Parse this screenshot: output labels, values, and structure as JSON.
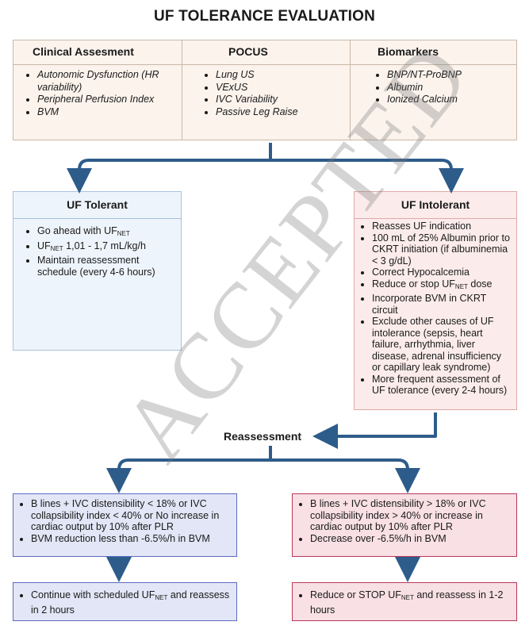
{
  "title": "UF TOLERANCE EVALUATION",
  "assessment": {
    "clinical": {
      "header": "Clinical Assesment",
      "items": [
        "Autonomic Dysfunction (HR variability)",
        "Peripheral Perfusion Index",
        "BVM"
      ]
    },
    "pocus": {
      "header": "POCUS",
      "items": [
        "Lung US",
        "VExUS",
        "IVC Variability",
        "Passive Leg Raise"
      ]
    },
    "biomarkers": {
      "header": "Biomarkers",
      "items": [
        "BNP/NT-ProBNP",
        "Albumin",
        "Ionized Calcium"
      ]
    }
  },
  "tolerant": {
    "title": "UF Tolerant",
    "item1_prefix": "Go ahead with UF",
    "item1_sub": "NET",
    "item2_prefix": "UF",
    "item2_sub": "NET",
    "item2_suffix": " 1,01 - 1,7 mL/kg/h",
    "item3": "Maintain reassessment schedule (every 4-6 hours)"
  },
  "intolerant": {
    "title": "UF Intolerant",
    "item1": "Reasses UF indication",
    "item2": "100 mL of 25% Albumin prior to CKRT initiation (if albuminemia < 3 g/dL)",
    "item3": "Correct Hypocalcemia",
    "item4_prefix": "Reduce or stop UF",
    "item4_sub": "NET",
    "item4_suffix": " dose",
    "item5": "Incorporate BVM in CKRT circuit",
    "item6": "Exclude other causes of UF intolerance (sepsis, heart failure, arrhythmia, liver disease, adrenal insufficiency or capillary leak syndrome)",
    "item7": "More frequent assessment of UF tolerance (every 2-4 hours)"
  },
  "reassessment": "Reassessment",
  "left_criteria": {
    "item1": "B lines + IVC distensibility < 18% or IVC collapsibility index < 40% or No increase in cardiac output by 10% after PLR",
    "item2": "BVM reduction less than  -6.5%/h in BVM"
  },
  "right_criteria": {
    "item1": "B lines + IVC distensibility > 18% or IVC collapsibility index > 40% or increase in cardiac output by 10% after PLR",
    "item2": "Decrease over -6.5%/h in BVM"
  },
  "left_action": {
    "prefix": "Continue with scheduled UF",
    "sub": "NET",
    "suffix": " and reassess in 2 hours"
  },
  "right_action": {
    "prefix": "Reduce or STOP UF",
    "sub": "NET",
    "suffix": " and reassess in 1-2 hours"
  },
  "watermark": "ACCEPTED",
  "colors": {
    "arrow": "#2e5c8a",
    "blue_border": "#5b6bc0",
    "red_border": "#b8375a"
  }
}
